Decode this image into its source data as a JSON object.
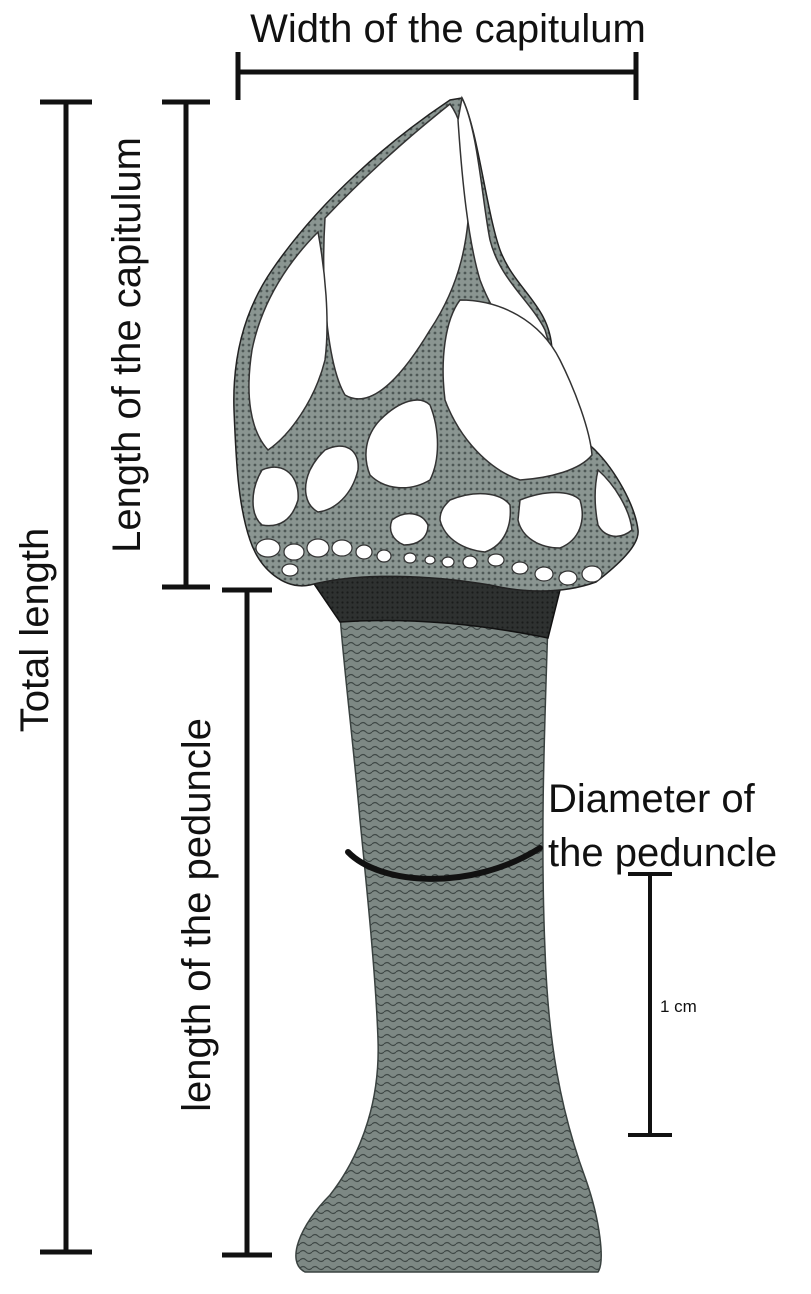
{
  "labels": {
    "width_capitulum": "Width of the capitulum",
    "length_capitulum": "Length of  the capitulum",
    "total_length": "Total  length",
    "length_peduncle": "length of the peduncle",
    "diameter_line1": "Diameter of",
    "diameter_line2": "the peduncle",
    "scale_bar": "1 cm"
  },
  "colors": {
    "ink": "#111111",
    "plate_fill": "#ffffff",
    "membrane": "#7f8a86",
    "collar": "#2b2b2b",
    "peduncle": "#6f7a76"
  }
}
